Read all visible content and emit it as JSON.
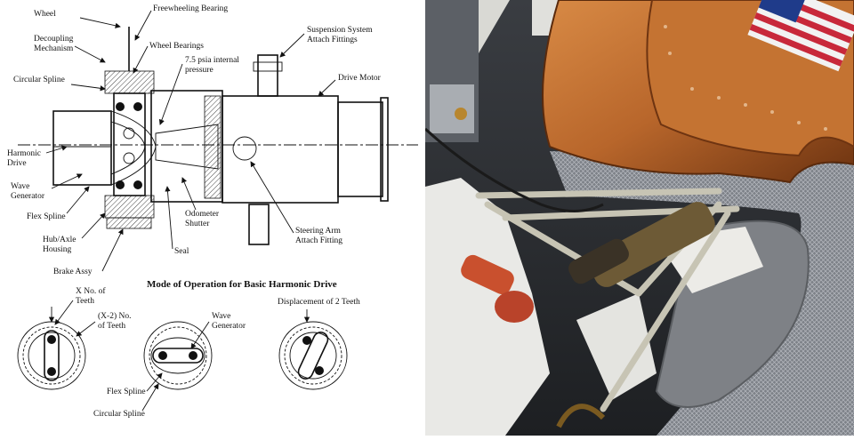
{
  "diagram": {
    "labels": {
      "wheel": "Wheel",
      "freewheeling_bearing": "Freewheeling Bearing",
      "decoupling_mechanism_1": "Decoupling",
      "decoupling_mechanism_2": "Mechanism",
      "wheel_bearings": "Wheel Bearings",
      "suspension_1": "Suspension System",
      "suspension_2": "Attach Fittings",
      "circular_spline": "Circular Spline",
      "psia_1": "7.5 psia internal",
      "psia_2": "pressure",
      "drive_motor": "Drive Motor",
      "harmonic_1": "Harmonic",
      "harmonic_2": "Drive",
      "wave_gen_1": "Wave",
      "wave_gen_2": "Generator",
      "flex_spline": "Flex Spline",
      "odometer_1": "Odometer",
      "odometer_2": "Shutter",
      "steering_1": "Steering Arm",
      "steering_2": "Attach Fitting",
      "hub_1": "Hub/Axle",
      "hub_2": "Housing",
      "seal": "Seal",
      "brake": "Brake Assy"
    },
    "mode": {
      "title": "Mode of Operation for Basic Harmonic Drive",
      "x_teeth_1": "X No. of",
      "x_teeth_2": "Teeth",
      "x2_teeth_1": "(X-2) No.",
      "x2_teeth_2": "of Teeth",
      "wave_1": "Wave",
      "wave_2": "Generator",
      "displacement": "Displacement of 2 Teeth",
      "flex_spline": "Flex Spline",
      "circular_spline": "Circular Spline"
    }
  },
  "photo": {
    "colors": {
      "fender": "#b8662b",
      "fender_dark": "#7a3a12",
      "mesh": "#8b8f96",
      "strut": "#c7c4b4",
      "damper": "#6d5a36",
      "background": "#2d2f33",
      "white_parts": "#eeeeec",
      "red_caps": "#c9502e",
      "flag_blue": "#1f3b8a",
      "flag_red": "#c8283a"
    }
  }
}
